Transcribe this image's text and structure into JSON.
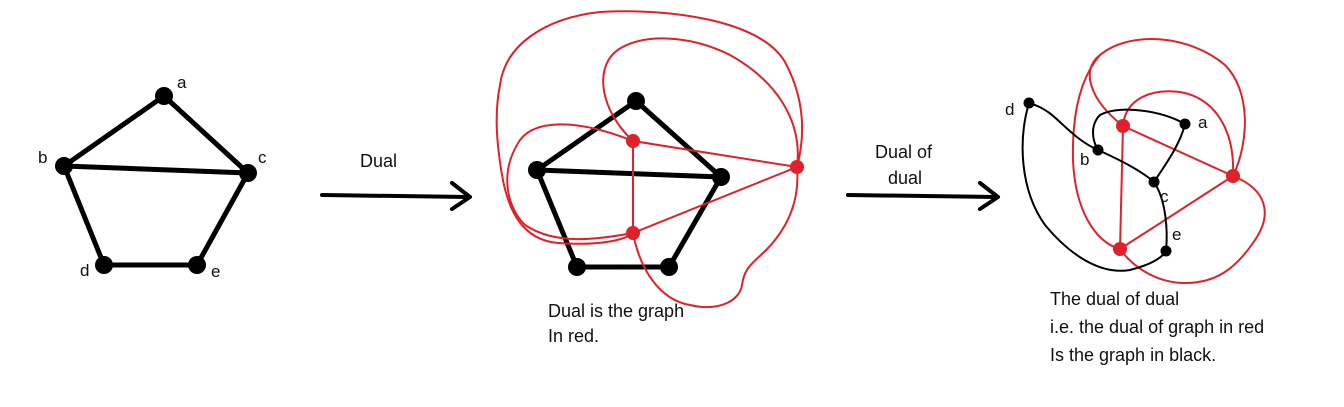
{
  "panels": {
    "original": {
      "vertices": [
        "a",
        "b",
        "c",
        "d",
        "e"
      ]
    },
    "dual": {
      "caption": [
        "Dual is the graph",
        "In red."
      ]
    },
    "dual_of_dual": {
      "vertices": [
        "a",
        "b",
        "c",
        "d",
        "e"
      ],
      "caption": [
        "The dual of dual",
        "i.e. the dual of graph in red",
        "Is the graph in black."
      ]
    }
  },
  "arrows": {
    "first": {
      "label": "Dual"
    },
    "second": {
      "label_lines": [
        "Dual of",
        "dual"
      ]
    }
  },
  "colors": {
    "graph": "#000000",
    "dual_graph": "#e0202a"
  }
}
